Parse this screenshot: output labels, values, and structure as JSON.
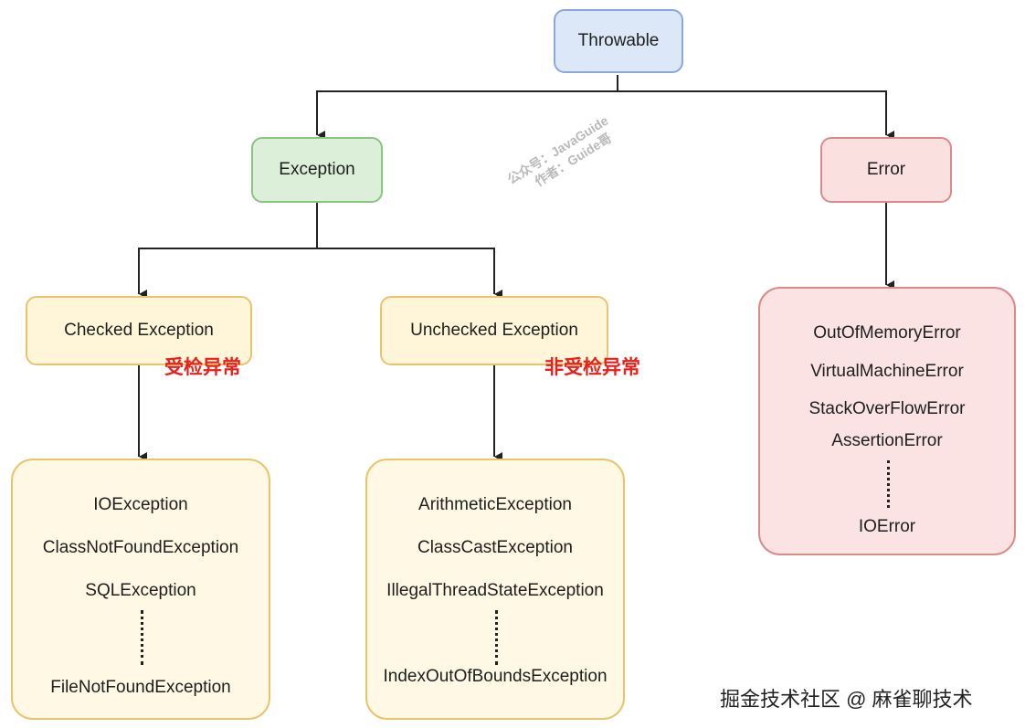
{
  "nodes": {
    "throwable": "Throwable",
    "exception": "Exception",
    "error": "Error",
    "checked": "Checked Exception",
    "unchecked": "Unchecked Exception"
  },
  "tags": {
    "checked": "受检异常",
    "unchecked": "非受检异常"
  },
  "checked_list": {
    "items": [
      "IOException",
      "ClassNotFoundException",
      "SQLException"
    ],
    "last": "FileNotFoundException"
  },
  "unchecked_list": {
    "items": [
      "ArithmeticException",
      "ClassCastException",
      "IllegalThreadStateException"
    ],
    "last": "IndexOutOfBoundsException"
  },
  "error_list": {
    "items": [
      "OutOfMemoryError",
      "VirtualMachineError",
      "StackOverFlowError",
      "AssertionError"
    ],
    "last": "IOError"
  },
  "watermark": {
    "line1": "公众号：JavaGuide",
    "line2": "作者：Guide哥"
  },
  "footer": "掘金技术社区 @ 麻雀聊技术",
  "colors": {
    "throwable": "#dce8f8",
    "exception": "#dcf0d9",
    "checked": "#fff6da",
    "error": "#fbe0e0",
    "tag": "#e8201a"
  }
}
